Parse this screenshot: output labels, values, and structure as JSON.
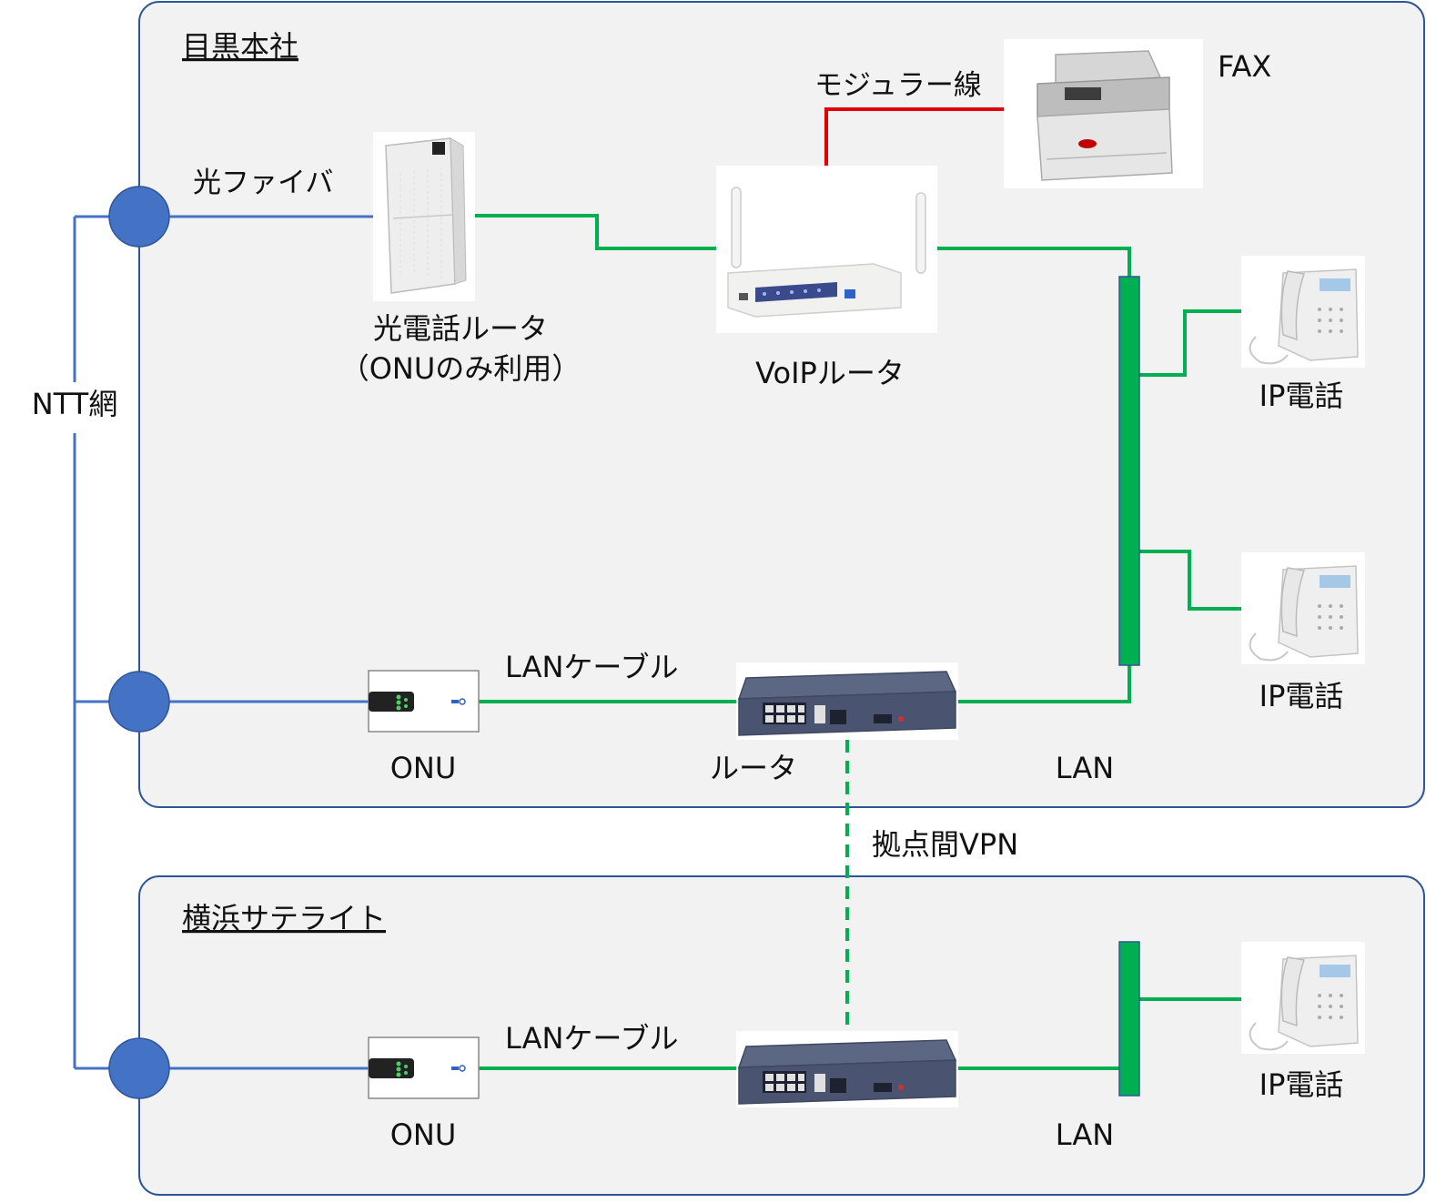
{
  "sites": {
    "meguro": {
      "title": "目黒本社"
    },
    "yokohama": {
      "title": "横浜サテライト"
    }
  },
  "network": {
    "label": "NTT網"
  },
  "links": {
    "fiber": "光ファイバ",
    "modular": "モジュラー線",
    "lan_cable_hq": "LANケーブル",
    "lan_cable_sat": "LANケーブル",
    "vpn": "拠点間VPN",
    "lan_hq": "LAN",
    "lan_sat": "LAN"
  },
  "devices": {
    "hikari_router": {
      "line1": "光電話ルータ",
      "line2": "（ONUのみ利用）"
    },
    "voip_router": {
      "label": "VoIPルータ"
    },
    "fax": {
      "label": "FAX"
    },
    "ip_phone_1": {
      "label": "IP電話"
    },
    "ip_phone_2": {
      "label": "IP電話"
    },
    "ip_phone_3": {
      "label": "IP電話"
    },
    "onu_hq": {
      "label": "ONU"
    },
    "onu_sat": {
      "label": "ONU"
    },
    "router_hq": {
      "label": "ルータ"
    }
  },
  "colors": {
    "fiber": "#4472c4",
    "lan": "#00b050",
    "modular": "#e00000",
    "node": "#4472c4",
    "site_bg": "#f2f2f2",
    "site_border": "#2f5597"
  }
}
